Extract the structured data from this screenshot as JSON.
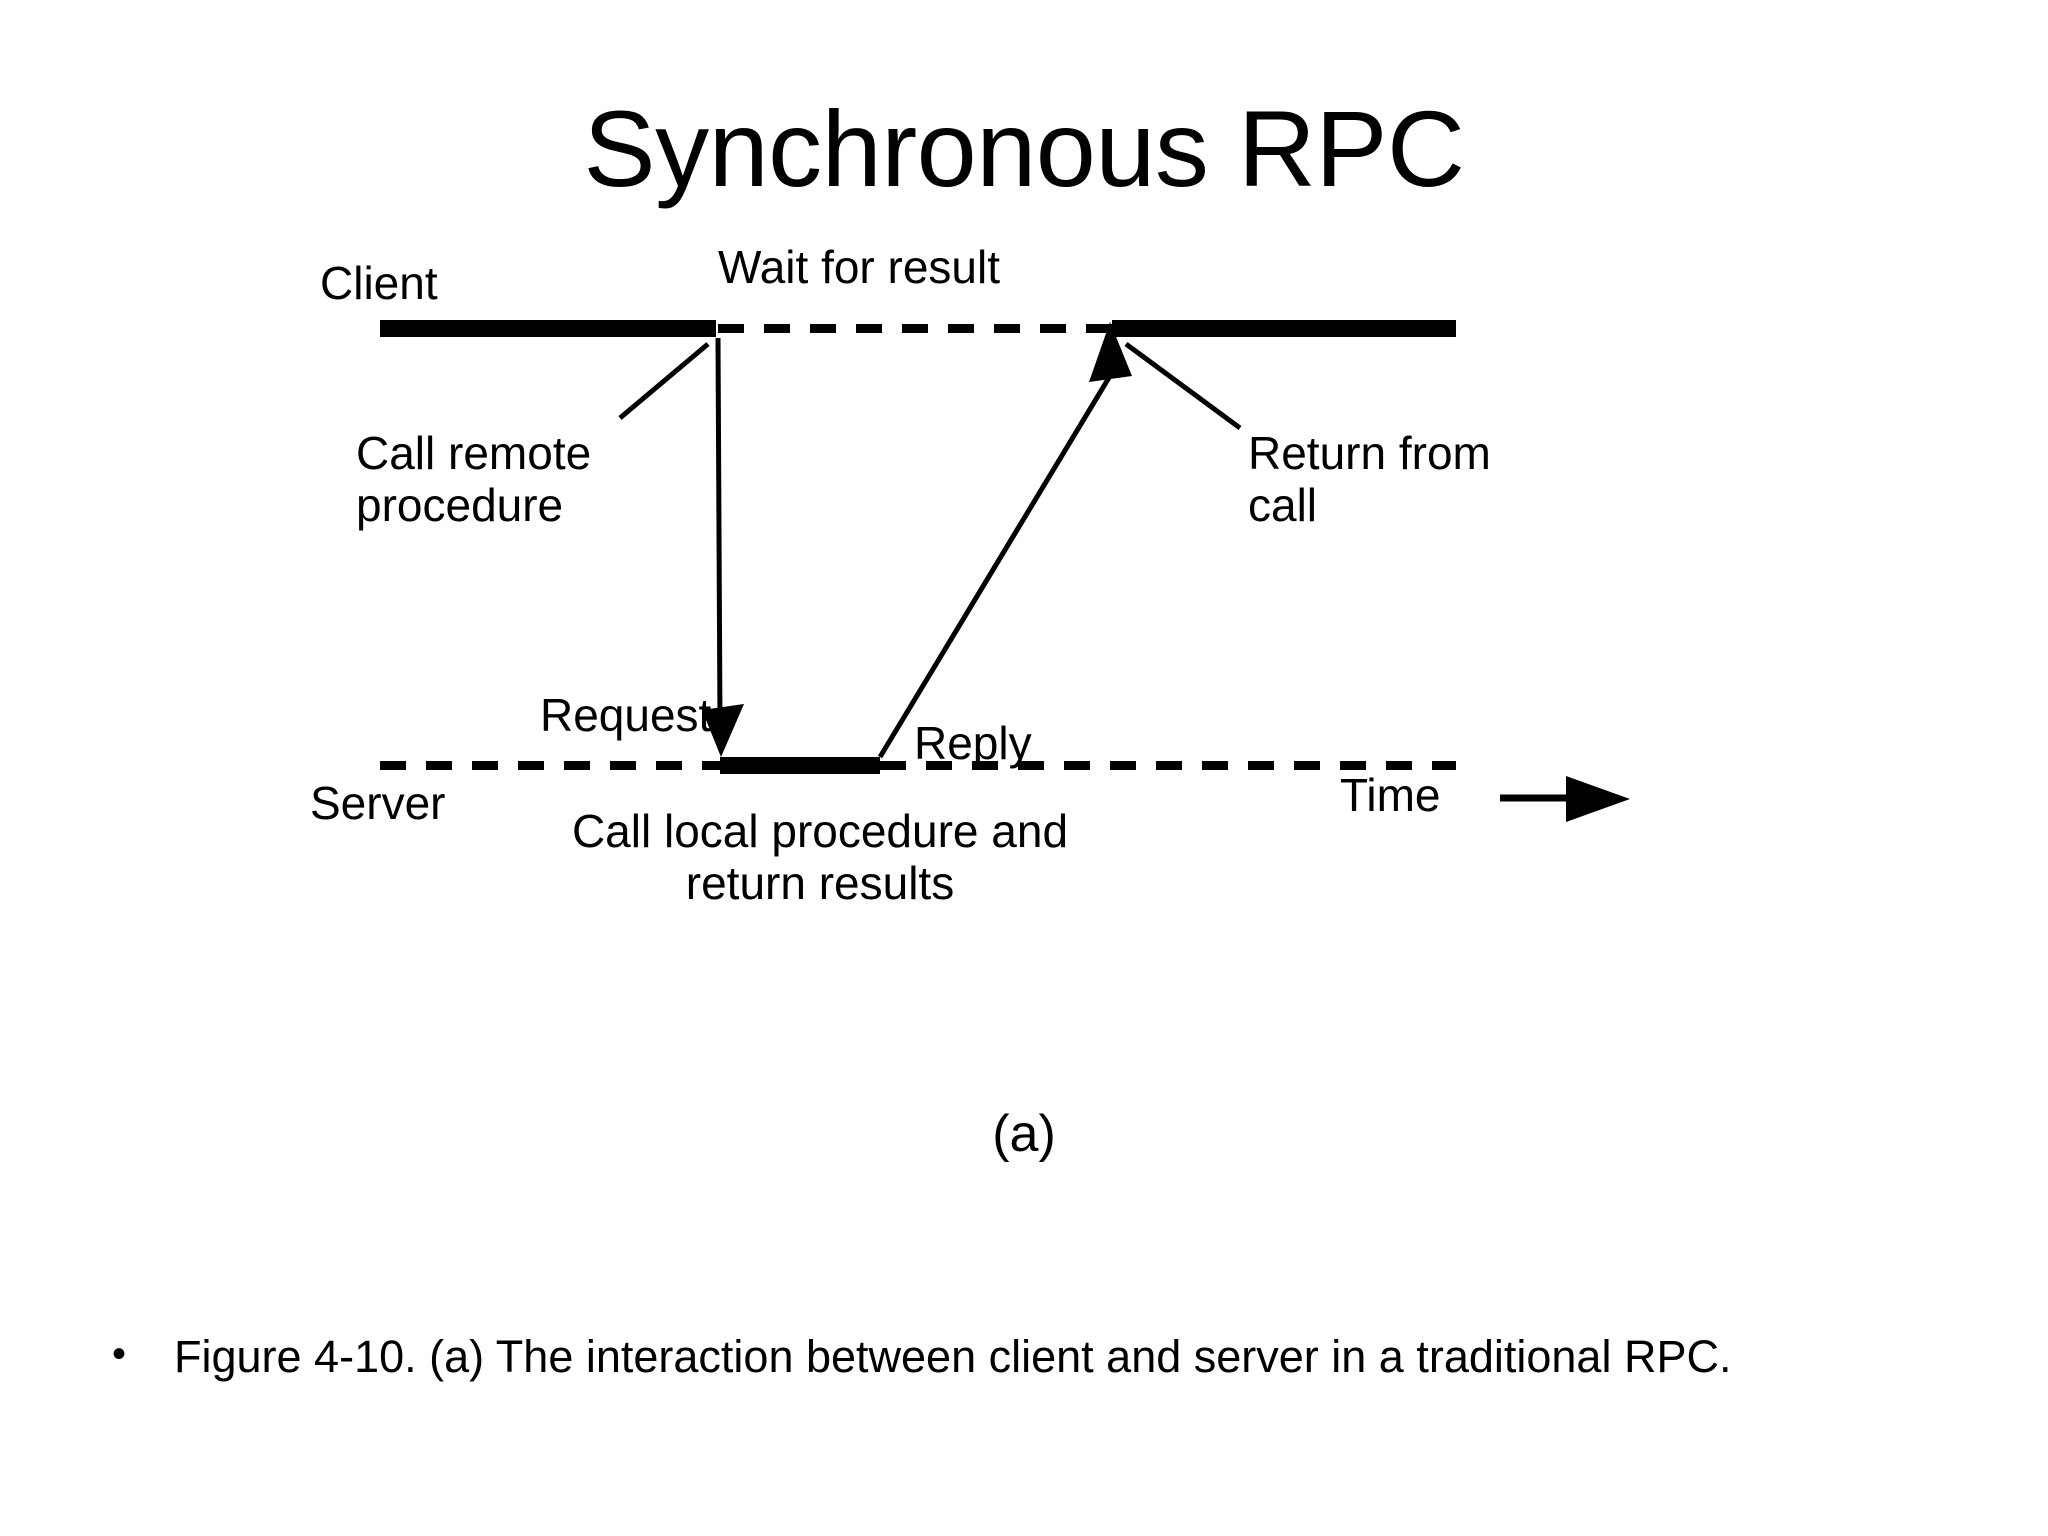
{
  "slide": {
    "title": "Synchronous RPC",
    "caption": "(a)",
    "background_color": "#ffffff",
    "ink_color": "#000000"
  },
  "diagram": {
    "type": "sequence-timeline",
    "labels": {
      "client": "Client",
      "wait_for_result": "Wait for result",
      "call_remote_procedure": "Call remote procedure",
      "return_from_call": "Return from call",
      "request": "Request",
      "reply": "Reply",
      "server": "Server",
      "call_local_procedure": "Call local procedure and return results",
      "time": "Time"
    },
    "icons": {
      "time_arrow": "arrow-right-icon",
      "request_arrow": "arrow-down-right-icon",
      "reply_arrow": "arrow-up-right-icon"
    }
  },
  "bullets": [
    {
      "marker": "•",
      "text": "Figure 4-10. (a) The interaction between client and server in a traditional RPC."
    }
  ]
}
